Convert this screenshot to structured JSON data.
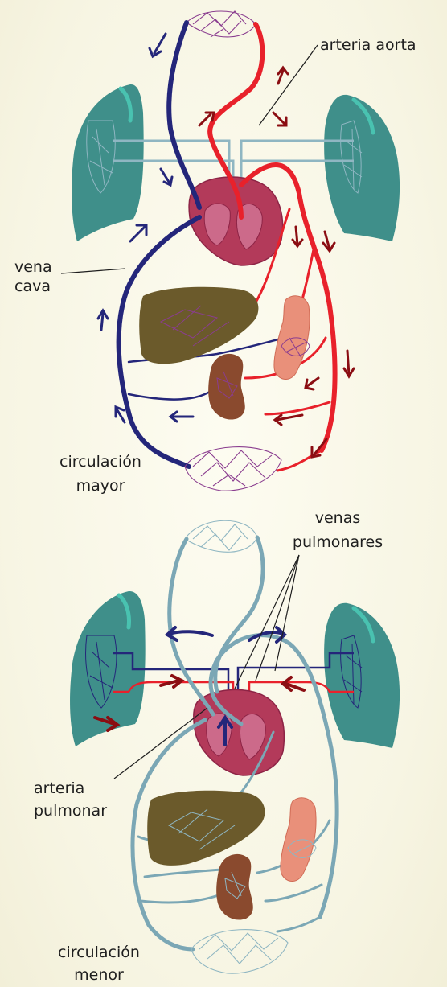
{
  "labels": {
    "arteria_aorta": "arteria aorta",
    "vena_cava_1": "vena",
    "vena_cava_2": "cava",
    "circ_mayor_1": "circulación",
    "circ_mayor_2": "mayor",
    "venas_pulmonares_1": "venas",
    "venas_pulmonares_2": "pulmonares",
    "arteria_pulmonar_1": "arteria",
    "arteria_pulmonar_2": "pulmonar",
    "circ_menor_1": "circulación",
    "circ_menor_2": "menor"
  },
  "colors": {
    "artery": "#e8212b",
    "vein": "#24267a",
    "pulmonary_gray": "#7ba7b5",
    "lung": "#3f8f8a",
    "heart": "#b33a5a",
    "liver": "#6b5a2b",
    "kidney": "#8a4a2e",
    "intestine": "#e9907a",
    "arrow_dark_red": "#8b0d12"
  }
}
